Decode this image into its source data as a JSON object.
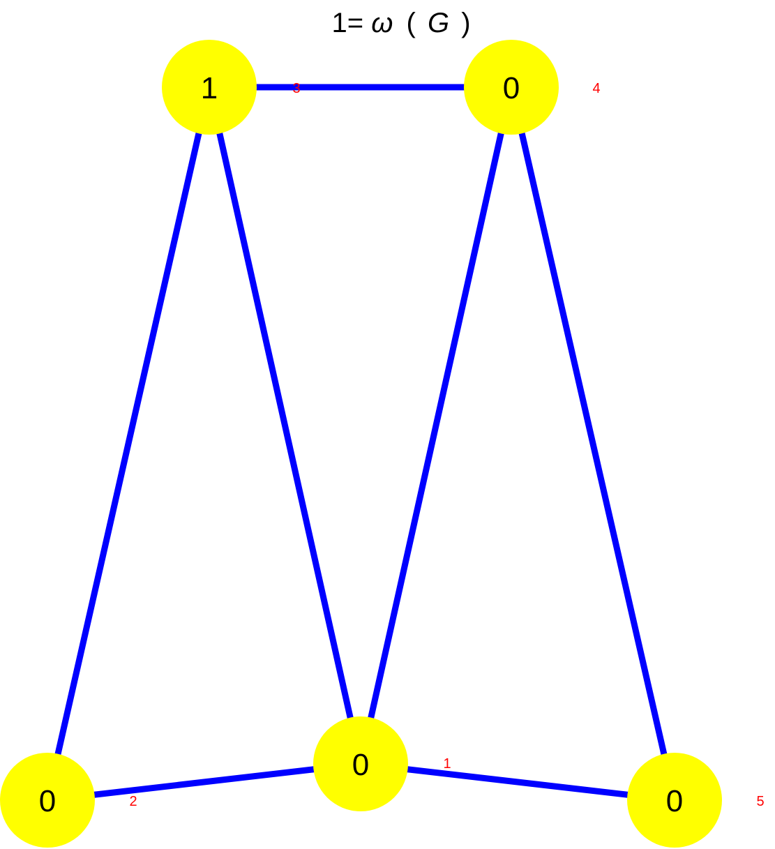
{
  "title": {
    "prefix": "1=",
    "omega": "ω",
    "open_paren": "(",
    "var": "G",
    "close_paren": ")"
  },
  "colors": {
    "edge": "#0000ff",
    "node_fill": "#ffff00",
    "node_text": "#000000",
    "id_label": "#ff0000"
  },
  "graph": {
    "nodes": [
      {
        "key": "n3",
        "value": "1",
        "id_label": "3"
      },
      {
        "key": "n4",
        "value": "0",
        "id_label": "4"
      },
      {
        "key": "n2",
        "value": "0",
        "id_label": "2"
      },
      {
        "key": "n1",
        "value": "0",
        "id_label": "1"
      },
      {
        "key": "n5",
        "value": "0",
        "id_label": "5"
      }
    ],
    "edges": [
      {
        "from": "n3",
        "to": "n4"
      },
      {
        "from": "n3",
        "to": "n2"
      },
      {
        "from": "n3",
        "to": "n1"
      },
      {
        "from": "n4",
        "to": "n1"
      },
      {
        "from": "n4",
        "to": "n5"
      },
      {
        "from": "n2",
        "to": "n1"
      },
      {
        "from": "n1",
        "to": "n5"
      }
    ]
  }
}
